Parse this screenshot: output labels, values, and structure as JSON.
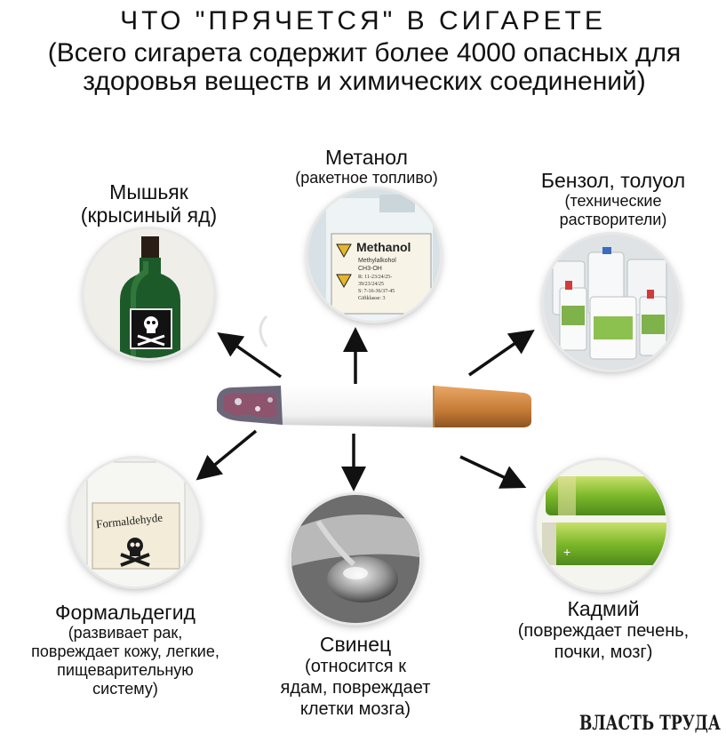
{
  "header": {
    "title": "ЧТО \"ПРЯЧЕТСЯ\" В СИГАРЕТЕ",
    "subtitle_line1": "(Всего сигарета содержит более 4000 опасных для",
    "subtitle_line2": "здоровья веществ и химических соединений)"
  },
  "substances": {
    "arsenic": {
      "name": "Мышьяк",
      "note": "(крысиный яд)"
    },
    "methanol": {
      "name": "Метанол",
      "note": "(ракетное топливо)",
      "bottle_label": "Methanol",
      "bottle_lines": [
        "Methylalkohol",
        "CH3-OH",
        "R: 11-23/24/25-",
        "39/23/24/25",
        "S: 7-16-36/37-45",
        "Giftklasse: 3"
      ]
    },
    "benzene": {
      "name": "Бензол, толуол",
      "note_line1": "(технические",
      "note_line2": "растворители)"
    },
    "formaldehyde": {
      "name": "Формальдегид",
      "note_line1": "(развивает рак,",
      "note_line2": "повреждает кожу, легкие,",
      "note_line3": "пищеварительную",
      "note_line4": "систему)",
      "bottle_label": "Formaldehyde"
    },
    "lead": {
      "name": "Свинец",
      "note_line1": "(относится к",
      "note_line2": "ядам, повреждает",
      "note_line3": "клетки мозга)"
    },
    "cadmium": {
      "name": "Кадмий",
      "note_line1": "(повреждает печень,",
      "note_line2": "почки, мозг)"
    }
  },
  "footer": {
    "logo": "ВЛАСТЬ ТРУДА"
  }
}
